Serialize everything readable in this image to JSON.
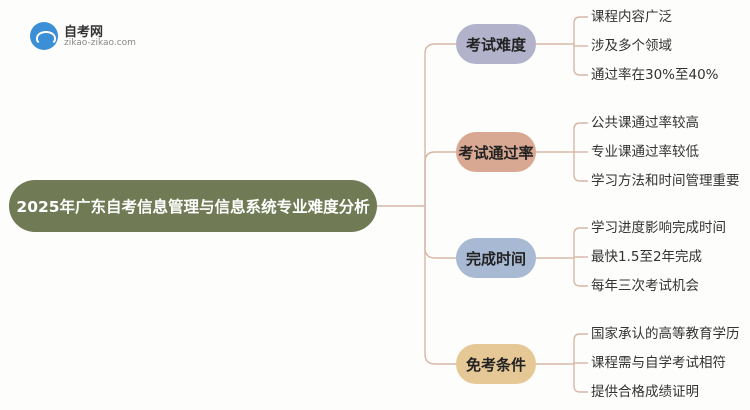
{
  "logo": {
    "title": "自考网",
    "domain": "zikao-zikao.com"
  },
  "root": {
    "label": "2025年广东自考信息管理与信息系统专业难度分析"
  },
  "branches": [
    {
      "label": "考试难度",
      "color": "#b3b2cb",
      "items": [
        "课程内容广泛",
        "涉及多个领域",
        "通过率在30%至40%"
      ]
    },
    {
      "label": "考试通过率",
      "color": "#d9a892",
      "items": [
        "公共课通过率较高",
        "专业课通过率较低",
        "学习方法和时间管理重要"
      ]
    },
    {
      "label": "完成时间",
      "color": "#a8b9d3",
      "items": [
        "学习进度影响完成时间",
        "最快1.5至2年完成",
        "每年三次考试机会"
      ]
    },
    {
      "label": "免考条件",
      "color": "#e6c896",
      "items": [
        "国家承认的高等教育学历",
        "课程需与自学考试相符",
        "提供合格成绩证明"
      ]
    }
  ]
}
